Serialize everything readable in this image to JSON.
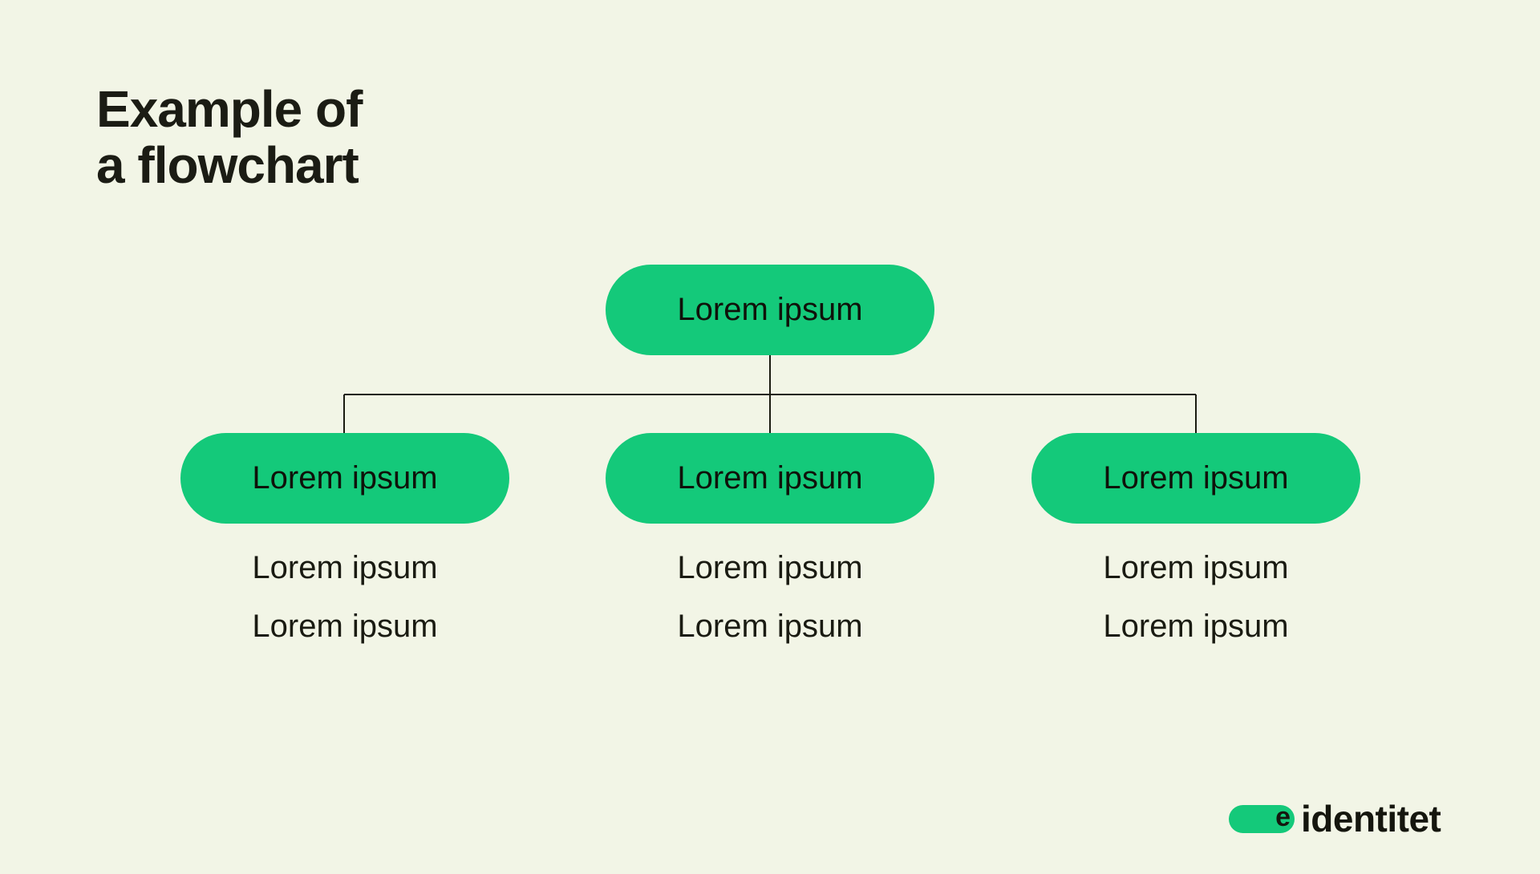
{
  "page": {
    "background_color": "#F2F5E6",
    "accent_color": "#14C97A",
    "text_color": "#1A1B12"
  },
  "title": {
    "line1": "Example of",
    "line2": "a flowchart"
  },
  "flowchart": {
    "root": {
      "label": "Lorem ipsum"
    },
    "children": [
      {
        "label": "Lorem ipsum",
        "items": [
          "Lorem ipsum",
          "Lorem ipsum"
        ]
      },
      {
        "label": "Lorem ipsum",
        "items": [
          "Lorem ipsum",
          "Lorem ipsum"
        ]
      },
      {
        "label": "Lorem ipsum",
        "items": [
          "Lorem ipsum",
          "Lorem ipsum"
        ]
      }
    ]
  },
  "logo": {
    "mark": "e",
    "name": "identitet"
  }
}
